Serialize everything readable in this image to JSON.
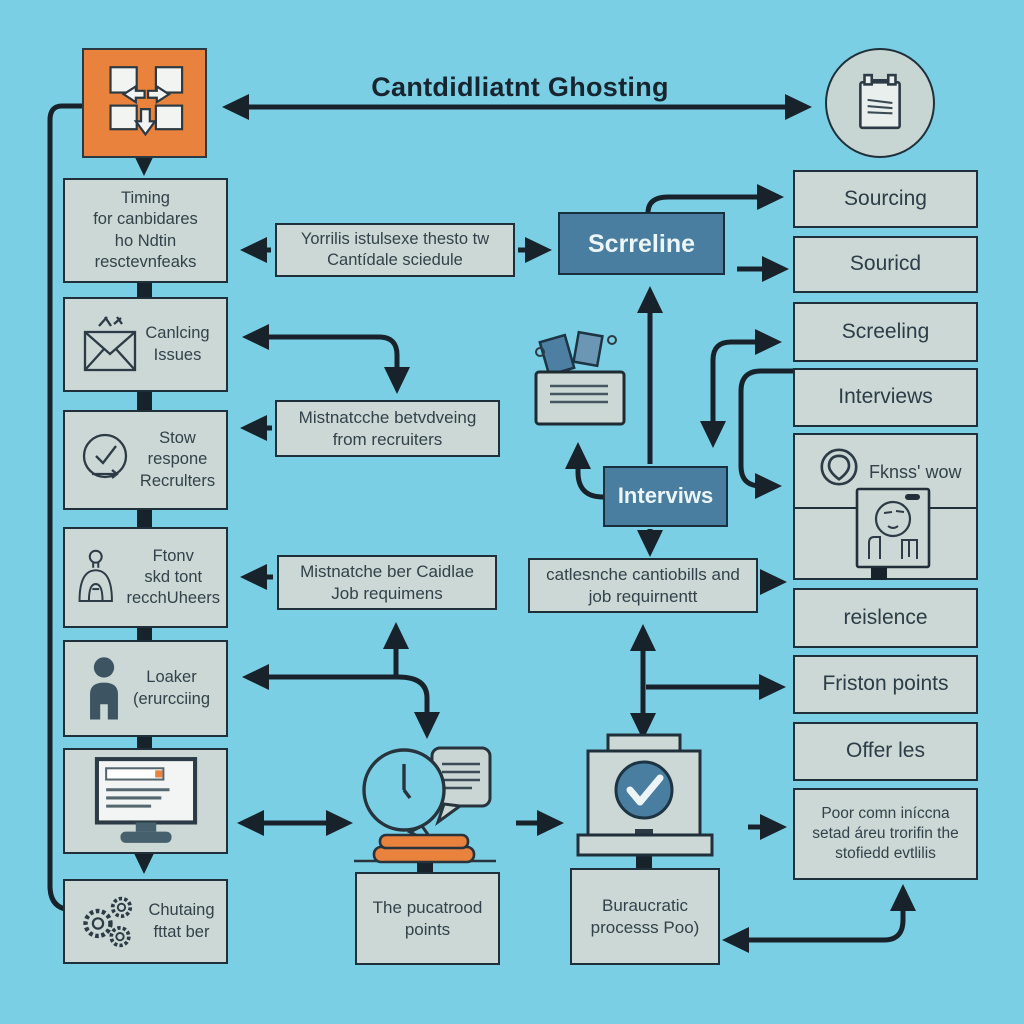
{
  "title": "Cantdidliatnt Ghosting",
  "colors": {
    "background": "#7BCFE4",
    "box_fill": "#CBD8D5",
    "accent_blue": "#4A7EA0",
    "accent_orange": "#E9823D",
    "line": "#17222B"
  },
  "left_column": {
    "timing": [
      "Timing",
      "for canbidares",
      "ho Ndtin",
      "resctevnfeaks"
    ],
    "canceling": [
      "Canlcing",
      "Issues"
    ],
    "slow_response": [
      "Stow",
      "respone",
      "Recrulters"
    ],
    "ftonv": [
      "Ftonv",
      "skd tont",
      "recchUheers"
    ],
    "loaker": [
      "Loaker",
      "(erurcciing"
    ],
    "churning": [
      "Chutaing",
      "fttat ber"
    ]
  },
  "middle": {
    "schedule_note": [
      "Yorrilis istulsexe thesto tw",
      "Cantídale sciedule"
    ],
    "screening_stage": "Scrreline",
    "interview_stage": "Interviws",
    "mismatch_recruiters": [
      "Mistnatcche betvdveing",
      "from recruiters"
    ],
    "mismatch_candidate": [
      "Mistnatche ber Caidlae",
      "Job requimens"
    ],
    "skills_note": [
      "catlesnche cantiobills and",
      "job requirnentt"
    ],
    "pucatrood": [
      "The pucatrood",
      "points"
    ],
    "bureaucratic": [
      "Buraucratic",
      "processs Poo)"
    ]
  },
  "right_column": {
    "sourcing": "Sourcing",
    "sourced": "Souricd",
    "screening": "Screeling",
    "interviews": "Interviews",
    "fknss": "Fknss' wow",
    "resilience": "reislence",
    "friction": "Friston points",
    "offers": "Offer les",
    "poor_comm": [
      "Poor comn iníccna",
      "setad áreu trorifin the",
      "stofiedd evtlilis"
    ]
  },
  "icons": {
    "shuffle_grid": "2x2 squares with swap and down arrows",
    "clipboard": "clipboard with notes",
    "envelope": "crossed envelope",
    "check_circle": "circled checkmark",
    "bell_person": "bell with head",
    "person": "person silhouette",
    "monitor": "desktop monitor with page",
    "gears": "gear cluster",
    "clock_bubble": "clock in speech bubble",
    "speech_bubble": "text speech bubble",
    "stamp": "orange stamp pad",
    "approval_machine": "machine with check seal",
    "card_tray": "tray with cards",
    "location_pin": "pin in circle",
    "video_call": "tablet with person"
  }
}
